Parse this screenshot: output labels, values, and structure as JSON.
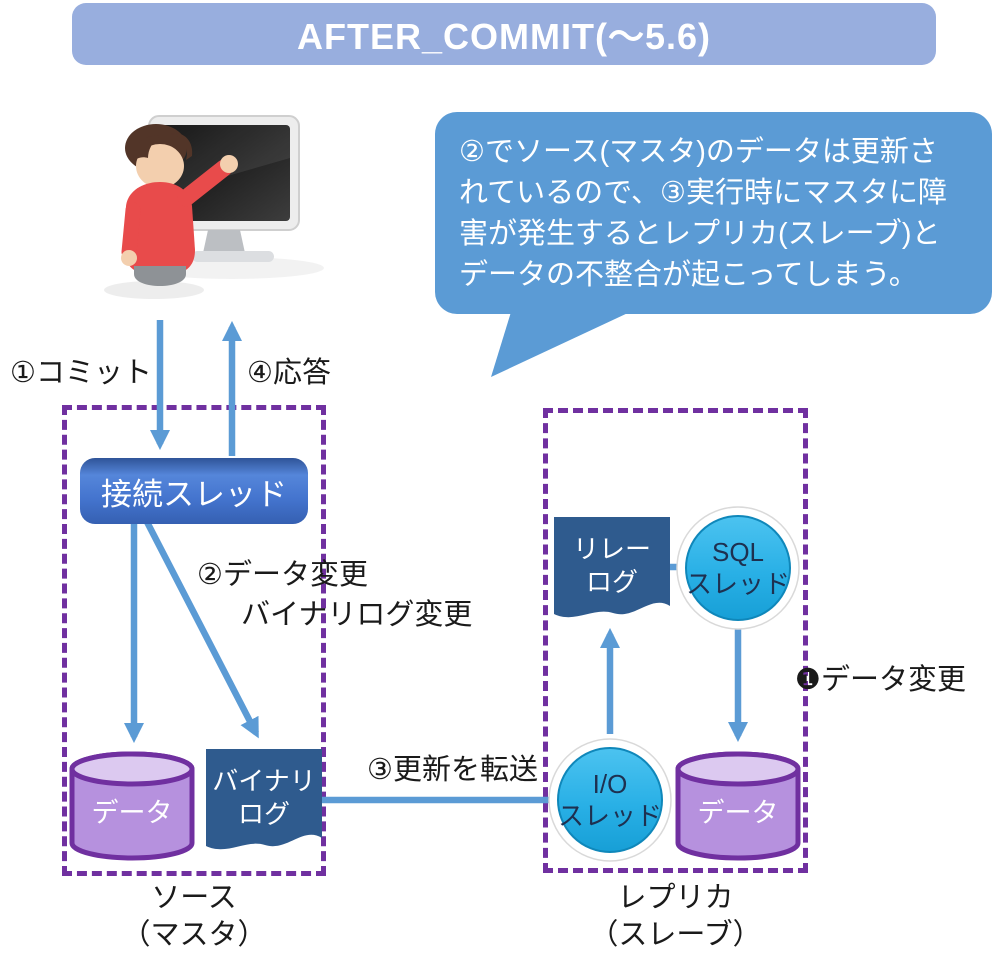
{
  "title": "AFTER_COMMIT(～5.6)",
  "speech_bubble": {
    "lines": [
      "②でソース(マスタ)のデータは更新さ",
      "れているので、③実行時にマスタに障",
      "害が発生するとレプリカ(スレーブ)と",
      "データの不整合が起こってしまう。"
    ]
  },
  "flow_labels": {
    "commit": "①コミット",
    "response": "④応答",
    "data_change_1": "②データ変更",
    "data_change_2": "バイナリログ変更",
    "transfer": "③更新を転送",
    "replica_change": "❶データ変更"
  },
  "source": {
    "caption_1": "ソース",
    "caption_2": "（マスタ）",
    "connection_thread": "接続スレッド",
    "data_store": "データ",
    "binary_log_1": "バイナリ",
    "binary_log_2": "ログ"
  },
  "replica": {
    "caption_1": "レプリカ",
    "caption_2": "（スレーブ）",
    "relay_log_1": "リレー",
    "relay_log_2": "ログ",
    "sql_thread_1": "SQL",
    "sql_thread_2": "スレッド",
    "io_thread_1": "I/O",
    "io_thread_2": "スレッド",
    "data_store": "データ"
  },
  "colors": {
    "title_bg": "#98aede",
    "bubble_bg": "#5b9bd5",
    "arrow_blue": "#5b9bd5",
    "dash_purple": "#7030a0",
    "doc_blue": "#2f5b8e",
    "cylinder_body": "#b691de",
    "cylinder_top": "#dcc9f0",
    "thread_circle": "#29b0e6",
    "text_dark": "#1a1a1a"
  }
}
